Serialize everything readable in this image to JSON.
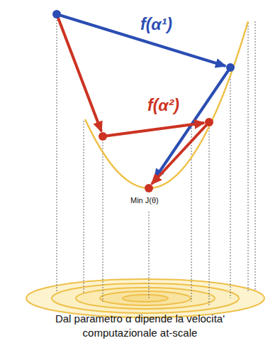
{
  "diagram": {
    "caption": "Dal parametro α dipende la velocita' computazionale at-scale",
    "labels": [
      "f(α¹)",
      "f(α²)",
      "Min J(θ)"
    ]
  }
}
